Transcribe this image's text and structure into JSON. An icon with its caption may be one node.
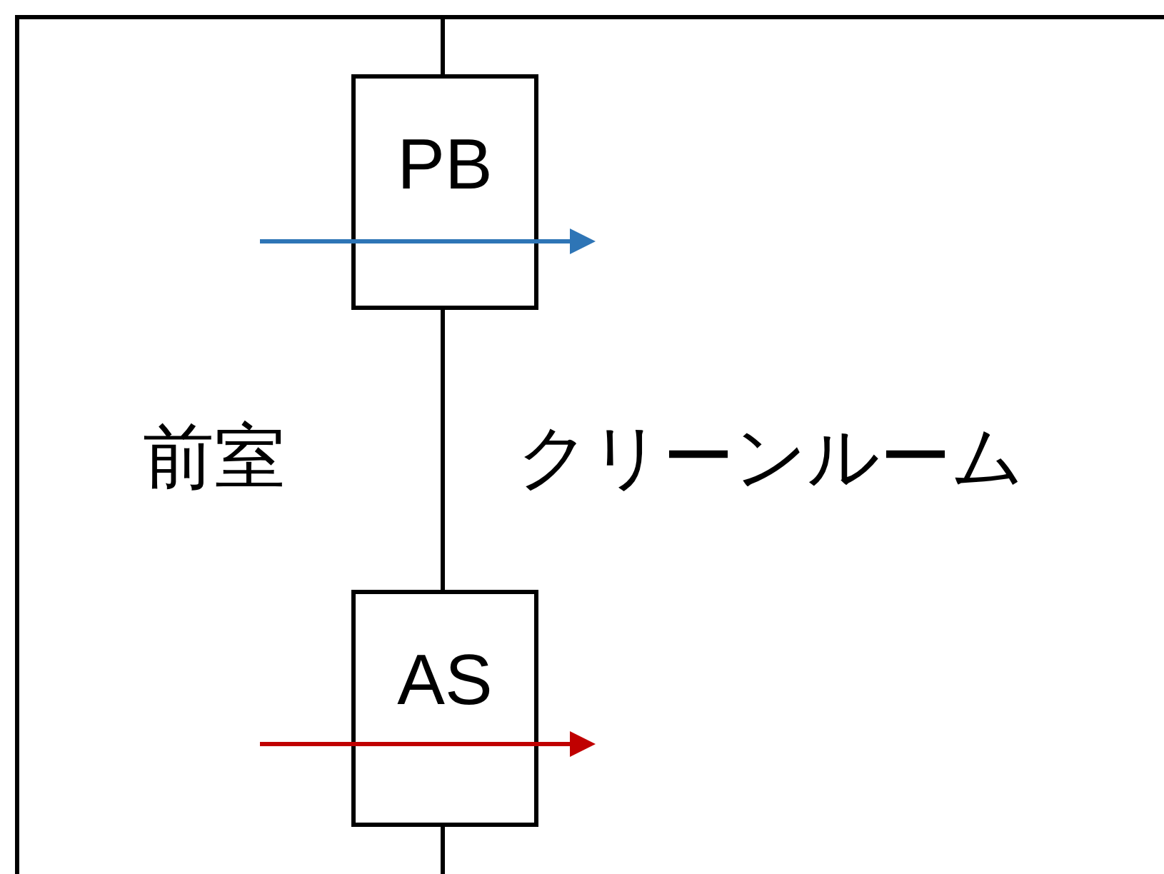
{
  "diagram": {
    "nodes": [
      {
        "text": [
          "PB"
        ]
      },
      {
        "text": [
          "AS"
        ]
      }
    ],
    "labels": [
      "前室",
      "クリーンルーム"
    ]
  }
}
